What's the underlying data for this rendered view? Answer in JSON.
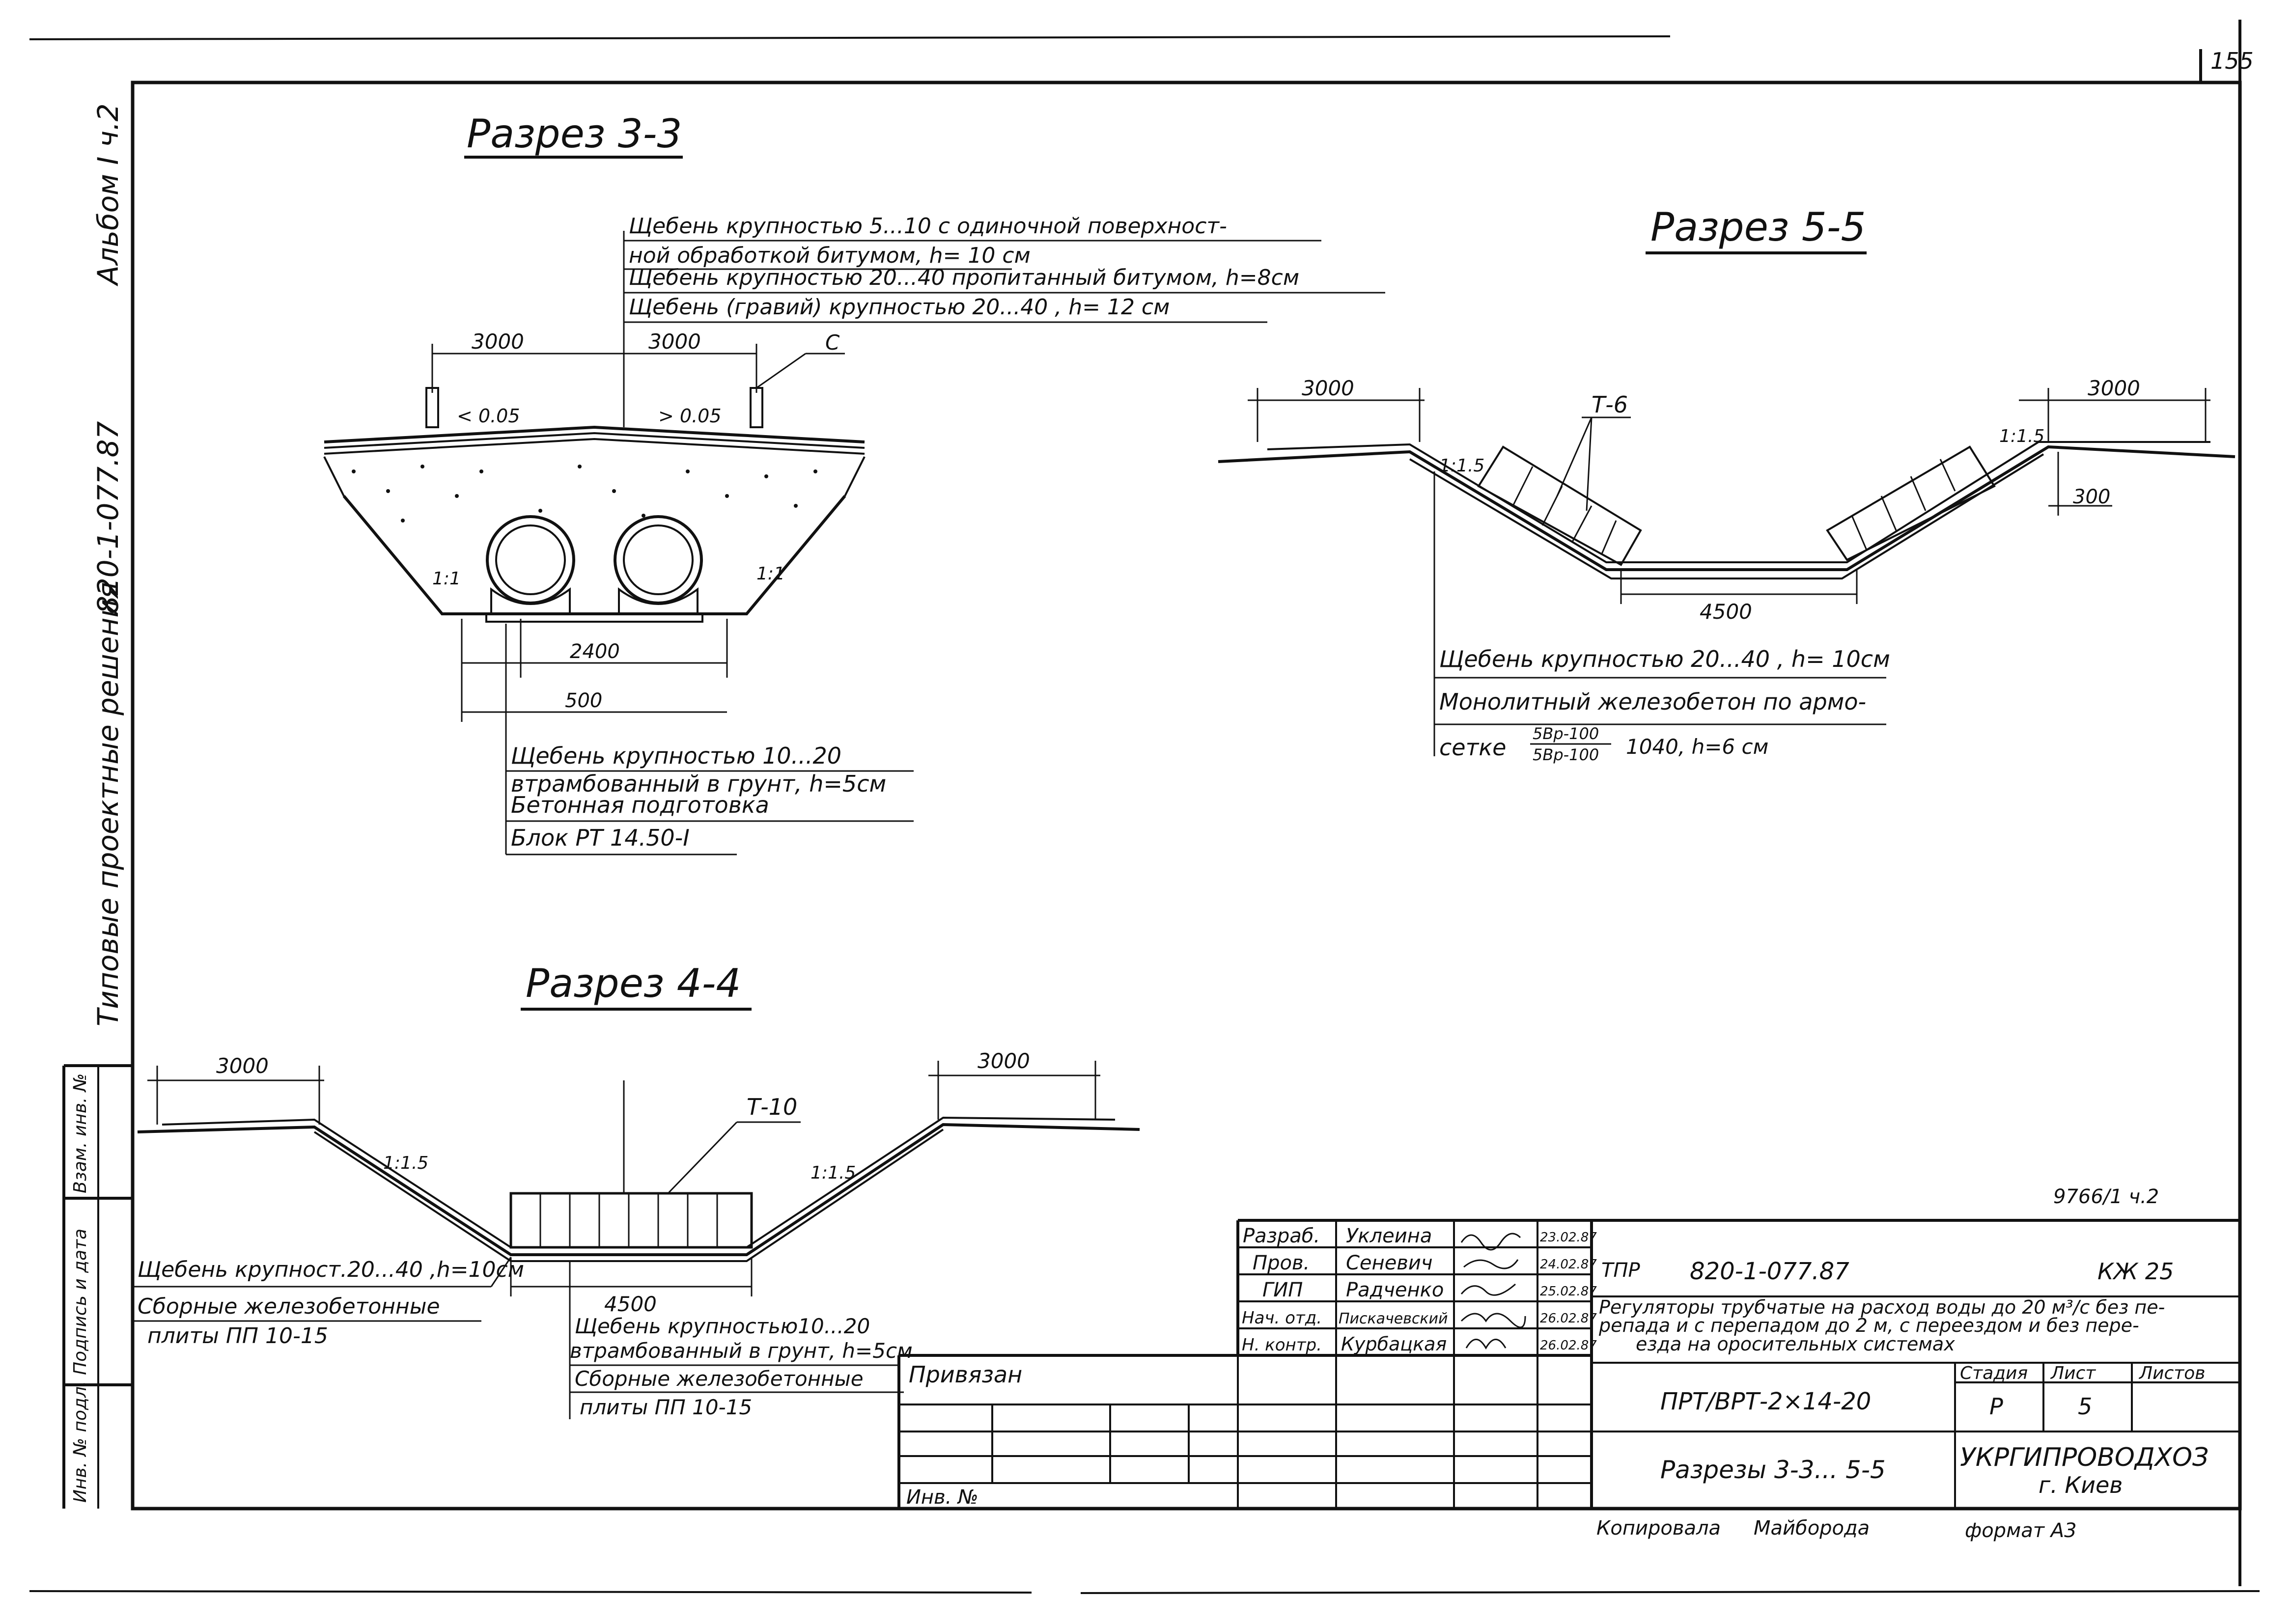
{
  "page_number": "155",
  "side_titles": {
    "album": "Альбом I ч.2",
    "series_code": "820-1-077.87",
    "typical": "Типовые  проектные  решения"
  },
  "left_stamp": {
    "col1": "Взам. инв. №",
    "col2": "Подпись и дата",
    "col3": "Инв. № подл."
  },
  "section_33": {
    "title": "Разрез  3-3",
    "top_notes": [
      "Щебень крупностью 5...10     с одиночной поверхност-",
      "ной обработкой битумом, h= 10 см",
      "Щебень крупностью 20...40     пропитанный битумом, h=8см",
      "Щебень (гравий) крупностью  20...40 , h= 12 см"
    ],
    "dim_left": "3000",
    "dim_right": "3000",
    "label_c": "С",
    "slope_left": "< 0.05",
    "slope_right": "> 0.05",
    "slope_side_left": "1:1",
    "slope_side_right": "1:1",
    "dim_2400": "2400",
    "dim_500": "500",
    "bottom_notes": [
      "Щебень крупностью 10...20",
      "втрамбованный в грунт, h=5см",
      "Бетонная подготовка",
      "Блок РТ 14.50-I"
    ]
  },
  "section_55": {
    "title": "Разрез  5-5",
    "dim_left": "3000",
    "dim_right": "3000",
    "dim_300": "300",
    "label_t6": "Т-6",
    "slope_left": "1:1.5",
    "slope_right": "1:1.5",
    "dim_bottom": "4500",
    "notes": [
      "Щебень крупностью 20...40   , h= 10см",
      "Монолитный железобетон по армо-",
      "сетке",
      "1040, h=6 см"
    ],
    "fraction_top": "5Вр-100",
    "fraction_bottom": "5Вр-100"
  },
  "section_44": {
    "title": "Разрез 4-4",
    "dim_left": "3000",
    "dim_right": "3000",
    "label_t10": "Т-10",
    "slope_left": "1:1.5",
    "slope_right": "1:1.5",
    "dim_bottom": "4500",
    "left_notes": [
      "Щебень крупност.20...40     ,h=10см",
      "Сборные железобетонные",
      "плиты  ПП 10-15"
    ],
    "bottom_notes": [
      "Щебень крупностью10...20",
      "втрамбованный в грунт, h=5см",
      "Сборные  железобетонные",
      "плиты  ПП 10-15"
    ]
  },
  "corner_mark": "9766/1  ч.2",
  "title_block": {
    "privyazan": "Привязан",
    "inv_no": "Инв. №",
    "roles": [
      "Разраб.",
      "Пров.",
      "ГИП",
      "Нач. отд.",
      "Н. контр."
    ],
    "names": [
      "Уклеина",
      "Сеневич",
      "Радченко",
      "Пискачевский",
      "Курбацкая"
    ],
    "dates": [
      "23.02.87",
      "24.02.87",
      "25.02.87",
      "26.02.87",
      "26.02.87"
    ],
    "tpr": "ТПР",
    "doc_code": "820-1-077.87",
    "sheet_code": "КЖ 25",
    "description_1": "Регуляторы трубчатые на расход воды до 20 м³/с  без пе-",
    "description_2": "репада и с перепадом до 2 м, с переездом и без пере-",
    "description_3": "езда на оросительных системах",
    "product": "ПРТ/ВРТ-2×14-20",
    "stage_label": "Стадия",
    "sheet_label": "Лист",
    "sheets_label": "Листов",
    "stage": "Р",
    "sheet": "5",
    "drawing_title": "Разрезы 3-3... 5-5",
    "org": "УКРГИПРОВОДХОЗ",
    "city": "г. Киев"
  },
  "footer": {
    "copied_label": "Копировала",
    "copied_name": "Майборода",
    "format": "формат А3"
  }
}
